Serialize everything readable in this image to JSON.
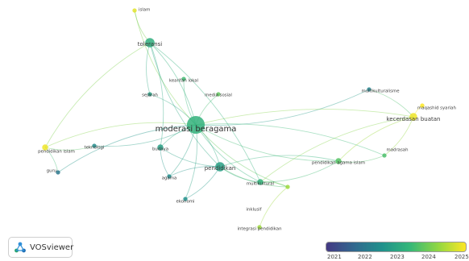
{
  "app": {
    "brand_name": "VOSviewer",
    "brand_icon": "vosviewer-logo-icon"
  },
  "colormap": {
    "stops": [
      "#443983",
      "#31688e",
      "#21918c",
      "#35b779",
      "#90d743",
      "#fde725"
    ],
    "ticks": [
      "2021",
      "2022",
      "2023",
      "2024",
      "2025"
    ]
  },
  "network": {
    "nodes": [
      {
        "id": "islam",
        "label": "islam",
        "year": 2024.8,
        "weight": 1,
        "big": false
      },
      {
        "id": "toleransi",
        "label": "toleransi",
        "year": 2023.2,
        "weight": 4,
        "big": false
      },
      {
        "id": "kearifan-lokal",
        "label": "kearifan lokal",
        "year": 2023.5,
        "weight": 1,
        "big": false
      },
      {
        "id": "sejarah",
        "label": "sejarah",
        "year": 2022.9,
        "weight": 1,
        "big": false
      },
      {
        "id": "media-sosial",
        "label": "media sosial",
        "year": 2023.8,
        "weight": 1,
        "big": false
      },
      {
        "id": "moderasi-beragama",
        "label": "moderasi beragama",
        "year": 2023.3,
        "weight": 9,
        "big": true
      },
      {
        "id": "multikulturalisme",
        "label": "multikulturalisme",
        "year": 2022.3,
        "weight": 1,
        "big": false
      },
      {
        "id": "maqashid-syariah",
        "label": "maqashid syariah",
        "year": 2025.0,
        "weight": 1,
        "big": false
      },
      {
        "id": "kecerdasan-buatan",
        "label": "kecerdasan buatan",
        "year": 2024.9,
        "weight": 3,
        "big": false
      },
      {
        "id": "pendidikan-islam",
        "label": "pendidikan islam",
        "year": 2024.9,
        "weight": 2,
        "big": false
      },
      {
        "id": "teknologi",
        "label": "teknologi",
        "year": 2022.5,
        "weight": 1,
        "big": false
      },
      {
        "id": "budaya",
        "label": "budaya",
        "year": 2022.9,
        "weight": 2,
        "big": false
      },
      {
        "id": "madrasah",
        "label": "madrasah",
        "year": 2023.6,
        "weight": 1,
        "big": false
      },
      {
        "id": "pendidikan",
        "label": "pendidikan",
        "year": 2022.9,
        "weight": 4,
        "big": false
      },
      {
        "id": "pendidikan-agama-islam",
        "label": "pendidikan agama islam",
        "year": 2023.7,
        "weight": 2,
        "big": false
      },
      {
        "id": "guru",
        "label": "guru",
        "year": 2022.1,
        "weight": 1,
        "big": false
      },
      {
        "id": "agama",
        "label": "agama",
        "year": 2022.5,
        "weight": 1,
        "big": false
      },
      {
        "id": "multikultural",
        "label": "multikultural",
        "year": 2023.3,
        "weight": 2,
        "big": false
      },
      {
        "id": "ekonomi",
        "label": "ekonomi",
        "year": 2022.6,
        "weight": 1,
        "big": false
      },
      {
        "id": "inklusif",
        "label": "inklusif",
        "year": 2024.3,
        "weight": 1,
        "big": false
      },
      {
        "id": "integrasi-pendidikan",
        "label": "integrasi pendidikan",
        "year": 2024.3,
        "weight": 1,
        "big": false
      }
    ],
    "edges": [
      [
        "moderasi-beragama",
        "islam"
      ],
      [
        "moderasi-beragama",
        "toleransi"
      ],
      [
        "moderasi-beragama",
        "kearifan-lokal"
      ],
      [
        "moderasi-beragama",
        "sejarah"
      ],
      [
        "moderasi-beragama",
        "media-sosial"
      ],
      [
        "moderasi-beragama",
        "multikulturalisme"
      ],
      [
        "moderasi-beragama",
        "kecerdasan-buatan"
      ],
      [
        "moderasi-beragama",
        "pendidikan-islam"
      ],
      [
        "moderasi-beragama",
        "teknologi"
      ],
      [
        "moderasi-beragama",
        "budaya"
      ],
      [
        "moderasi-beragama",
        "pendidikan"
      ],
      [
        "moderasi-beragama",
        "pendidikan-agama-islam"
      ],
      [
        "moderasi-beragama",
        "agama"
      ],
      [
        "moderasi-beragama",
        "multikultural"
      ],
      [
        "moderasi-beragama",
        "ekonomi"
      ],
      [
        "moderasi-beragama",
        "inklusif"
      ],
      [
        "moderasi-beragama",
        "madrasah"
      ],
      [
        "moderasi-beragama",
        "guru"
      ],
      [
        "toleransi",
        "islam"
      ],
      [
        "toleransi",
        "pendidikan-islam"
      ],
      [
        "toleransi",
        "budaya"
      ],
      [
        "toleransi",
        "pendidikan"
      ],
      [
        "toleransi",
        "multikultural"
      ],
      [
        "toleransi",
        "sejarah"
      ],
      [
        "kecerdasan-buatan",
        "maqashid-syariah"
      ],
      [
        "kecerdasan-buatan",
        "pendidikan-agama-islam"
      ],
      [
        "kecerdasan-buatan",
        "madrasah"
      ],
      [
        "kecerdasan-buatan",
        "multikultural"
      ],
      [
        "pendidikan",
        "budaya"
      ],
      [
        "pendidikan",
        "multikultural"
      ],
      [
        "pendidikan",
        "pendidikan-agama-islam"
      ],
      [
        "pendidikan",
        "agama"
      ],
      [
        "pendidikan",
        "ekonomi"
      ],
      [
        "pendidikan",
        "inklusif"
      ],
      [
        "pendidikan-agama-islam",
        "multikultural"
      ],
      [
        "pendidikan-agama-islam",
        "madrasah"
      ],
      [
        "pendidikan-islam",
        "guru"
      ],
      [
        "pendidikan-islam",
        "teknologi"
      ],
      [
        "multikultural",
        "inklusif"
      ],
      [
        "inklusif",
        "integrasi-pendidikan"
      ],
      [
        "multikulturalisme",
        "kecerdasan-buatan"
      ],
      [
        "budaya",
        "agama"
      ]
    ]
  }
}
